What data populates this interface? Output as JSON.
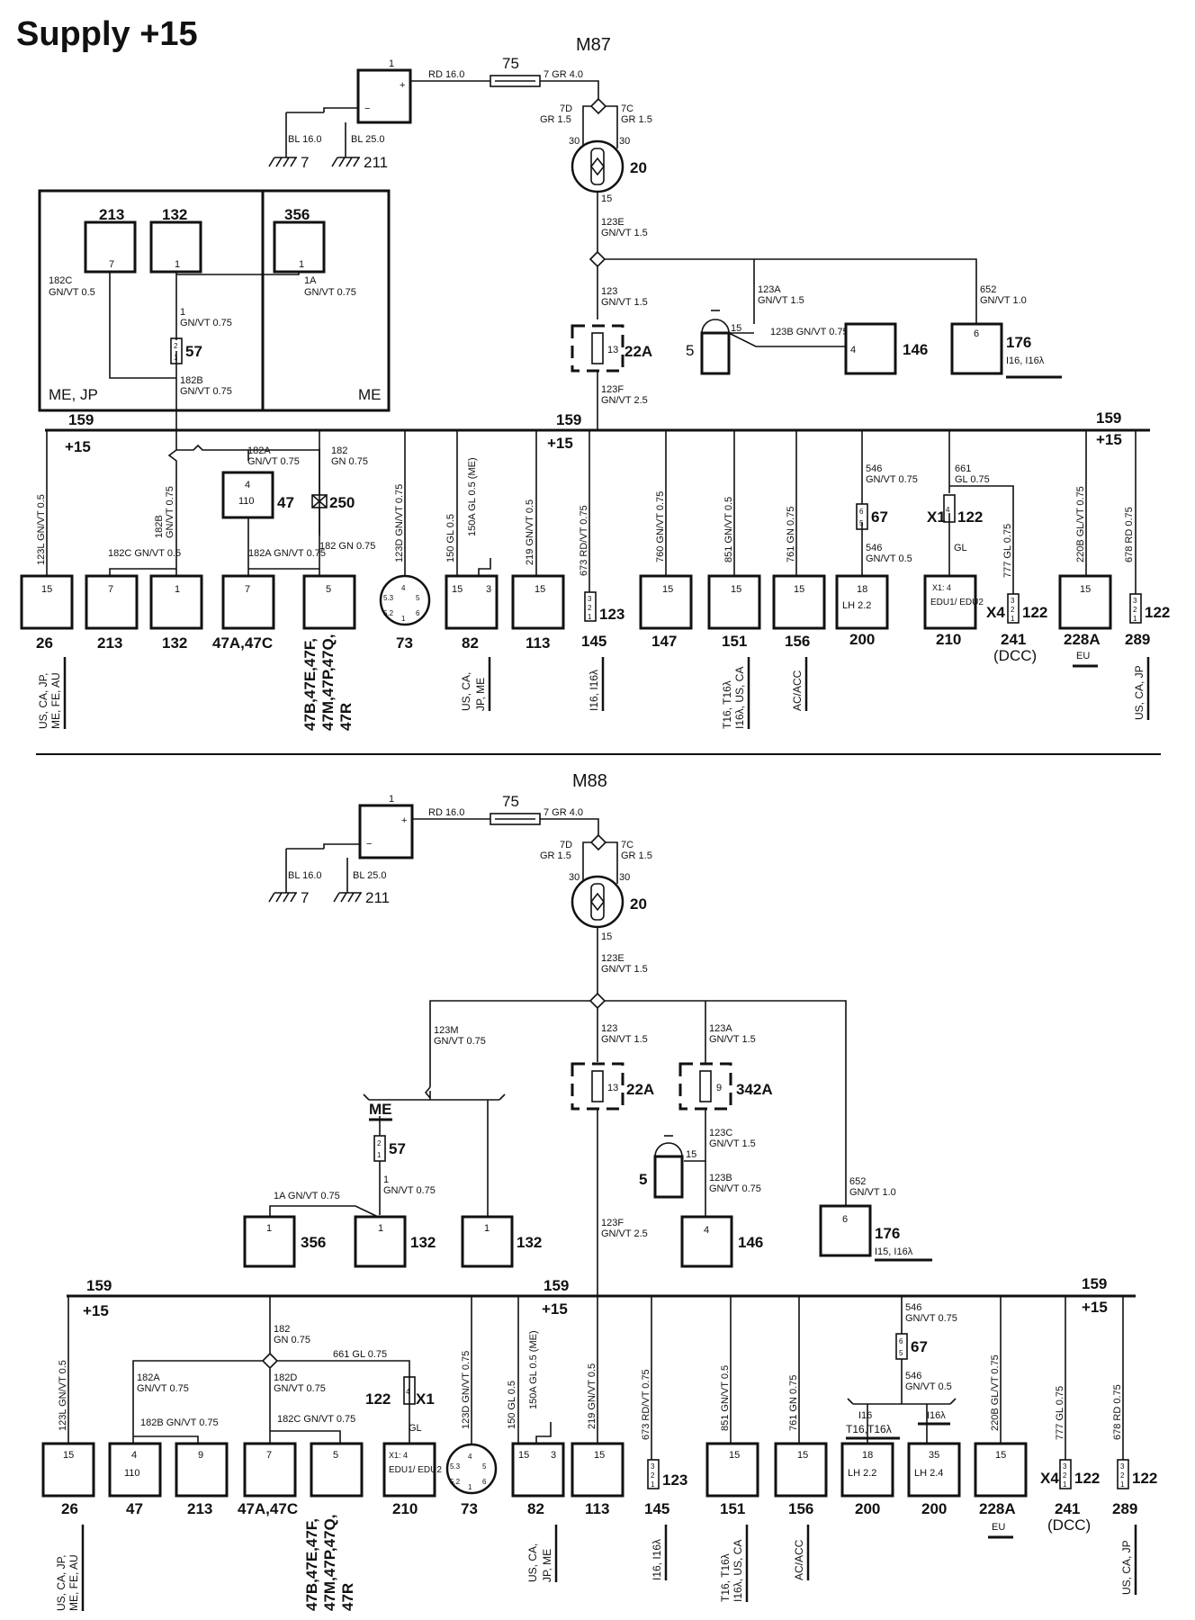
{
  "page_title": "Supply +15",
  "m87": {
    "title": "M87",
    "battery": {
      "id": "1",
      "plus": "+",
      "minus": "−"
    },
    "rd16": "RD 16.0",
    "fuse75": "75",
    "gr40": "7 GR 4.0",
    "w7d": [
      "7D",
      "GR 1.5"
    ],
    "w7c": [
      "7C",
      "GR 1.5"
    ],
    "sw_pin_a": "30",
    "sw_pin_b": "30",
    "sw_pin_c": "15",
    "switch_id": "20",
    "bl16": "BL 16.0",
    "bl25": "BL 25.0",
    "gnd7": "7",
    "gnd211": "211",
    "w123e": [
      "123E",
      "GN/VT 1.5"
    ],
    "w123": [
      "123",
      "GN/VT 1.5"
    ],
    "w123a": [
      "123A",
      "GN/VT 1.5"
    ],
    "w123b": "123B  GN/VT  0.75",
    "w652": [
      "652",
      "GN/VT 1.0"
    ],
    "w123f": [
      "123F",
      "GN/VT 2.5"
    ],
    "fuse22a_pin": "13",
    "fuse22a": "22A",
    "relay5": "5",
    "relay5_pin": "15",
    "c146_pin": "4",
    "c146": "146",
    "c176_pin": "6",
    "c176": "176",
    "c176_var": "I16, I16λ",
    "inset": {
      "c213": "213",
      "c213_pin": "7",
      "c132": "132",
      "c132_pin": "1",
      "c356": "356",
      "c356_pin": "1",
      "w182c": [
        "182C",
        "GN/VT 0.5"
      ],
      "w1a": [
        "1A",
        "GN/VT 0.75"
      ],
      "w1": [
        "1",
        "GN/VT 0.75"
      ],
      "conn57": "57",
      "conn57_pins": [
        "2",
        "1"
      ],
      "w182b": [
        "182B",
        "GN/VT 0.75"
      ],
      "left_label": "ME, JP",
      "right_label": "ME"
    },
    "bus_labels": [
      "159",
      "159",
      "159"
    ],
    "plus15": [
      "+15",
      "+15",
      "+15"
    ],
    "w182a_top": [
      "182A",
      "GN/VT 0.75"
    ],
    "w182_top": [
      "182",
      "GN 0.75"
    ],
    "c47_pin": "4",
    "c47_inner": "110",
    "c47": "47",
    "conn250": "250",
    "w182c_b": "182C  GN/VT 0.5",
    "w182b_v": "182B",
    "w182b_v2": "GN/VT 0.75",
    "w182a_b": "182A  GN/VT 0.75",
    "w182_b": "182  GN  0.75",
    "verticals": [
      "123L GN/VT 0.5",
      "123D GN/VT 0.75",
      "150 GL 0.5",
      "150A GL 0.5 (ME)",
      "219 GN/VT 0.5",
      "673 RD/VT 0.75",
      "760 GN/VT 0.75",
      "851 GN/VT 0.5",
      "761 GN 0.75",
      "546",
      "661 GL 0.75",
      "777 GL 0.75",
      "220B GL/VT 0.75",
      "678 RD 0.75"
    ],
    "w546_a": [
      "546",
      "GN/VT 0.75"
    ],
    "w546_b": [
      "546",
      "GN/VT 0.5"
    ],
    "w661": [
      "661",
      "GL 0.75"
    ],
    "w777": "777 GL 0.75",
    "gl": "GL",
    "conn67": "67",
    "conn67_pins": [
      "6",
      "5"
    ],
    "x1": "X1",
    "x1_pin": "4",
    "conn122": "122",
    "x4": "X4",
    "comps": [
      {
        "pin": "15",
        "id": "26"
      },
      {
        "pin": "7",
        "id": "213"
      },
      {
        "pin": "1",
        "id": "132"
      },
      {
        "pin": "7",
        "id": "47A,47C"
      },
      {
        "pin": "5",
        "id": "47B,47E,47F,"
      },
      {
        "pin": "",
        "id": "73"
      },
      {
        "pin": "15",
        "pin2": "3",
        "id": "82"
      },
      {
        "pin": "15",
        "id": "113"
      },
      {
        "pin": "",
        "id": "145"
      },
      {
        "pin": "15",
        "id": "147"
      },
      {
        "pin": "15",
        "id": "151"
      },
      {
        "pin": "15",
        "id": "156"
      },
      {
        "pin": "18",
        "inner": "LH 2.2",
        "id": "200"
      },
      {
        "pin": "X1: 4",
        "inner": "EDU1/ EDU2",
        "id": "210"
      },
      {
        "pin": "",
        "id": "241"
      },
      {
        "pin": "15",
        "id": "228A"
      },
      {
        "pin": "",
        "id": "289"
      }
    ],
    "c47b_lines": [
      "47B,47E,47F,",
      "47M,47P,47Q,",
      "47R"
    ],
    "conn123": "123",
    "conn123_pins": [
      "3",
      "2",
      "1"
    ],
    "conn122_pins": [
      "3",
      "2",
      "1"
    ],
    "conn122b_pins": [
      "3",
      "2",
      "1"
    ],
    "dcc": "(DCC)",
    "eu": "EU",
    "conn73_pins": [
      "5.3",
      "4",
      "5",
      "5.2",
      "1",
      "6"
    ],
    "var_26": [
      "US, CA, JP,",
      "ME, FE, AU"
    ],
    "var_82": [
      "US, CA,",
      "JP, ME"
    ],
    "var_145": "I16, I16λ",
    "var_151": [
      "T16, T16λ",
      "I16λ, US, CA"
    ],
    "var_156": "AC/ACC",
    "var_289": "US, CA, JP"
  },
  "m88": {
    "title": "M88",
    "battery": {
      "id": "1",
      "plus": "+",
      "minus": "−"
    },
    "rd16": "RD 16.0",
    "fuse75": "75",
    "gr40": "7 GR 4.0",
    "w7d": [
      "7D",
      "GR 1.5"
    ],
    "w7c": [
      "7C",
      "GR 1.5"
    ],
    "sw_pin_a": "30",
    "sw_pin_b": "30",
    "sw_pin_c": "15",
    "switch_id": "20",
    "bl16": "BL 16.0",
    "bl25": "BL 25.0",
    "gnd7": "7",
    "gnd211": "211",
    "w123e": [
      "123E",
      "GN/VT 1.5"
    ],
    "w123m": [
      "123M",
      "GN/VT 0.75"
    ],
    "w123": [
      "123",
      "GN/VT 1.5"
    ],
    "w123a": [
      "123A",
      "GN/VT 1.5"
    ],
    "fuse22a_pin": "13",
    "fuse22a": "22A",
    "fuse342a_pin": "9",
    "fuse342a": "342A",
    "me": "ME",
    "conn57": "57",
    "conn57_pins": [
      "2",
      "1"
    ],
    "w1a": "1A  GN/VT 0.75",
    "w1": [
      "1",
      "GN/VT 0.75"
    ],
    "c356_pin": "1",
    "c356": "356",
    "c132_pin": "1",
    "c132": "132",
    "c132b_pin": "1",
    "c132b": "132",
    "w123c": [
      "123C",
      "GN/VT 1.5"
    ],
    "relay5": "5",
    "relay5_pin": "15",
    "w123b": [
      "123B",
      "GN/VT 0.75"
    ],
    "c146_pin": "4",
    "c146": "146",
    "w123f": [
      "123F",
      "GN/VT 2.5"
    ],
    "w652": [
      "652",
      "GN/VT 1.0"
    ],
    "c176_pin": "6",
    "c176": "176",
    "c176_var": "I15, I16λ",
    "bus_labels": [
      "159",
      "159",
      "159"
    ],
    "plus15": [
      "+15",
      "+15",
      "+15"
    ],
    "w182": [
      "182",
      "GN 0.75"
    ],
    "w661": "661  GL 0.75",
    "w182a": [
      "182A",
      "GN/VT 0.75"
    ],
    "w182d": [
      "182D",
      "GN/VT 0.75"
    ],
    "w182b": "182B  GN/VT 0.75",
    "w182c": "182C  GN/VT 0.75",
    "conn122": "122",
    "x1": "X1",
    "x1_pin": "4",
    "gl": "GL",
    "verticals": [
      "123L GN/VT 0.5",
      "123D GN/VT 0.75",
      "150 GL 0.5",
      "150A GL 0.5 (ME)",
      "219 GN/VT 0.5",
      "673 RD/VT 0.75",
      "851 GN/VT 0.5",
      "761 GN 0.75",
      "220B GL/VT 0.75",
      "777 GL 0.75",
      "678 RD 0.75"
    ],
    "w546_a": [
      "546",
      "GN/VT 0.75"
    ],
    "w546_b": [
      "546",
      "GN/VT 0.5"
    ],
    "conn67": "67",
    "conn67_pins": [
      "6",
      "5"
    ],
    "i16": "I16",
    "i16l": "I16λ",
    "t16": "T16,T16λ",
    "comps": [
      {
        "pin": "15",
        "id": "26"
      },
      {
        "pin": "4",
        "inner": "110",
        "id": "47"
      },
      {
        "pin": "9",
        "id": "213"
      },
      {
        "pin": "7",
        "id": "47A,47C"
      },
      {
        "pin": "5",
        "id": "47B"
      },
      {
        "pin": "X1: 4",
        "inner": "EDU1/ EDU2",
        "id": "210"
      },
      {
        "pin": "",
        "id": "73"
      },
      {
        "pin": "15",
        "pin2": "3",
        "id": "82"
      },
      {
        "pin": "15",
        "id": "113"
      },
      {
        "pin": "",
        "id": "145"
      },
      {
        "pin": "15",
        "id": "151"
      },
      {
        "pin": "15",
        "id": "156"
      },
      {
        "pin": "18",
        "inner": "LH 2.2",
        "id": "200"
      },
      {
        "pin": "35",
        "inner": "LH 2.4",
        "id": "200"
      },
      {
        "pin": "15",
        "id": "228A"
      },
      {
        "pin": "",
        "id": "241"
      },
      {
        "pin": "",
        "id": "289"
      }
    ],
    "c47b_lines": [
      "47B,47E,47F,",
      "47M,47P,47Q,",
      "47R"
    ],
    "conn123": "123",
    "conn123_pins": [
      "3",
      "2",
      "1"
    ],
    "conn122b": "122",
    "conn122b_pins": [
      "3",
      "2",
      "1"
    ],
    "conn122c": "122",
    "conn122c_pins": [
      "3",
      "2",
      "1"
    ],
    "x4": "X4",
    "dcc": "(DCC)",
    "eu": "EU",
    "conn73_pins": [
      "5.3",
      "4",
      "5",
      "5.2",
      "1",
      "6"
    ],
    "var_26": [
      "US, CA, JP,",
      "ME, FE, AU"
    ],
    "var_82": [
      "US, CA,",
      "JP, ME"
    ],
    "var_145": "I16, I16λ",
    "var_151": [
      "T16, T16λ",
      "I16λ, US, CA"
    ],
    "var_156": "AC/ACC",
    "var_289": "US, CA, JP"
  }
}
